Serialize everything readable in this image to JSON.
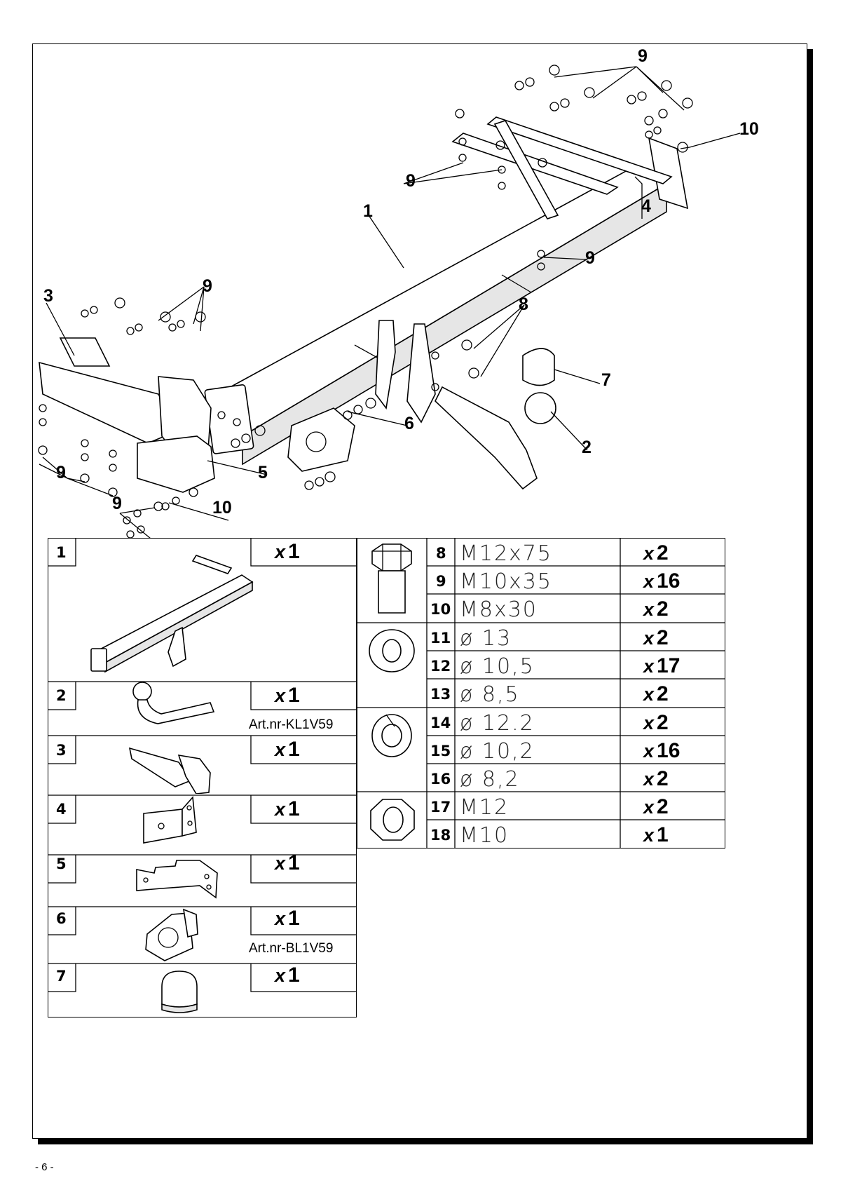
{
  "diagram": {
    "callouts": [
      "9",
      "10",
      "4",
      "9",
      "1",
      "9",
      "9",
      "3",
      "8",
      "7",
      "6",
      "2",
      "9",
      "5",
      "9",
      "10"
    ]
  },
  "parts": [
    {
      "num": "1",
      "qty_prefix": "x",
      "qty": "1",
      "art": ""
    },
    {
      "num": "2",
      "qty_prefix": "x",
      "qty": "1",
      "art": "Art.nr-KL1V59"
    },
    {
      "num": "3",
      "qty_prefix": "x",
      "qty": "1",
      "art": ""
    },
    {
      "num": "4",
      "qty_prefix": "x",
      "qty": "1",
      "art": ""
    },
    {
      "num": "5",
      "qty_prefix": "x",
      "qty": "1",
      "art": ""
    },
    {
      "num": "6",
      "qty_prefix": "x",
      "qty": "1",
      "art": "Art.nr-BL1V59"
    },
    {
      "num": "7",
      "qty_prefix": "x",
      "qty": "1",
      "art": ""
    }
  ],
  "hardware": [
    {
      "num": "8",
      "spec": "M12x75",
      "qty_prefix": "x",
      "qty": "2"
    },
    {
      "num": "9",
      "spec": "M10x35",
      "qty_prefix": "x",
      "qty": "16"
    },
    {
      "num": "10",
      "spec": "M8x30",
      "qty_prefix": "x",
      "qty": "2"
    },
    {
      "num": "11",
      "spec": "ø 13",
      "qty_prefix": "x",
      "qty": "2"
    },
    {
      "num": "12",
      "spec": "ø 10,5",
      "qty_prefix": "x",
      "qty": "17"
    },
    {
      "num": "13",
      "spec": "ø 8,5",
      "qty_prefix": "x",
      "qty": "2"
    },
    {
      "num": "14",
      "spec": "ø 12.2",
      "qty_prefix": "x",
      "qty": "2"
    },
    {
      "num": "15",
      "spec": "ø 10,2",
      "qty_prefix": "x",
      "qty": "16"
    },
    {
      "num": "16",
      "spec": "ø 8,2",
      "qty_prefix": "x",
      "qty": "2"
    },
    {
      "num": "17",
      "spec": "M12",
      "qty_prefix": "x",
      "qty": "2"
    },
    {
      "num": "18",
      "spec": "M10",
      "qty_prefix": "x",
      "qty": "1"
    }
  ],
  "hardware_icons": [
    "bolt-icon",
    "flat-washer-icon",
    "spring-washer-icon",
    "hex-nut-icon"
  ],
  "footer": {
    "page_number": "- 6 -"
  }
}
